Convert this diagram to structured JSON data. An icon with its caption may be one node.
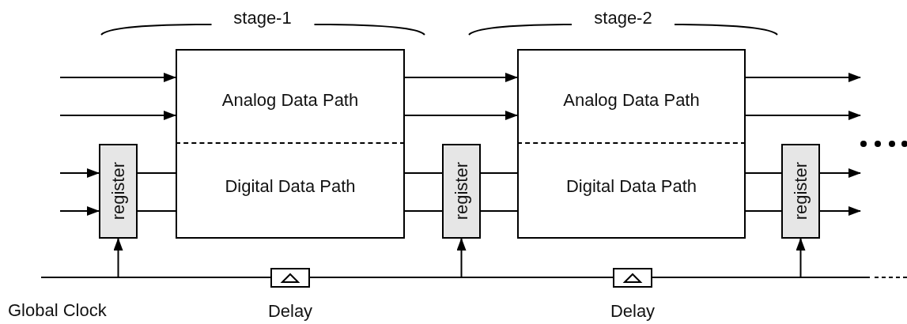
{
  "diagram": {
    "nodes": [
      {
        "text": [
          "Analog Data Path"
        ]
      },
      {
        "text": [
          "Digital Data Path"
        ]
      },
      {
        "text": [
          "Analog Data Path"
        ]
      },
      {
        "text": [
          "Digital Data Path"
        ]
      },
      {
        "text": [
          "register"
        ]
      },
      {
        "text": [
          "register"
        ]
      },
      {
        "text": [
          "register"
        ]
      },
      {
        "text": [
          "Delay"
        ]
      },
      {
        "text": [
          "Delay"
        ]
      }
    ],
    "edges": [
      {
        "from": null,
        "to": 0,
        "arrow": "to"
      },
      {
        "from": null,
        "to": 0,
        "arrow": "to"
      },
      {
        "from": null,
        "to": 4,
        "arrow": "to"
      },
      {
        "from": null,
        "to": 4,
        "arrow": "to"
      },
      {
        "from": 4,
        "to": 1,
        "arrow": "none"
      },
      {
        "from": 4,
        "to": 1,
        "arrow": "none"
      },
      {
        "from": 0,
        "to": 2,
        "arrow": "to"
      },
      {
        "from": 0,
        "to": 2,
        "arrow": "to"
      },
      {
        "from": 1,
        "to": 5,
        "arrow": "none"
      },
      {
        "from": 1,
        "to": 5,
        "arrow": "none"
      },
      {
        "from": 5,
        "to": 3,
        "arrow": "none"
      },
      {
        "from": 5,
        "to": 3,
        "arrow": "none"
      },
      {
        "from": 2,
        "to": null,
        "arrow": "to"
      },
      {
        "from": 2,
        "to": null,
        "arrow": "to"
      },
      {
        "from": 3,
        "to": 6,
        "arrow": "none"
      },
      {
        "from": 3,
        "to": 6,
        "arrow": "none"
      },
      {
        "from": 6,
        "to": null,
        "arrow": "to"
      },
      {
        "from": 6,
        "to": null,
        "arrow": "to"
      },
      {
        "from": null,
        "to": 4,
        "arrow": "to"
      },
      {
        "from": null,
        "to": 7,
        "arrow": "none"
      },
      {
        "from": 7,
        "to": 5,
        "arrow": "to"
      },
      {
        "from": 7,
        "to": 8,
        "arrow": "none"
      },
      {
        "from": 8,
        "to": 6,
        "arrow": "to"
      },
      {
        "from": 8,
        "to": null,
        "arrow": "none"
      }
    ],
    "labels": [
      "stage-1",
      "stage-2",
      "Global Clock"
    ]
  }
}
